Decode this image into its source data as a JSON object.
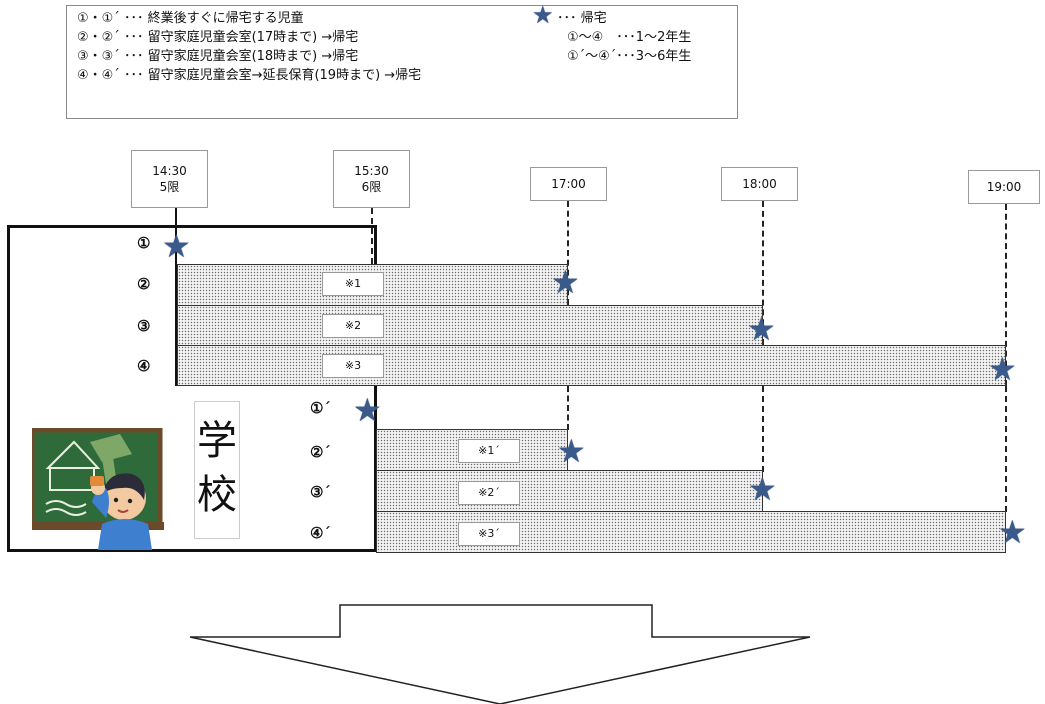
{
  "legend": {
    "line1": "①・①´ ･･･ 終業後すぐに帰宅する児童",
    "line2": "②・②´ ･･･ 留守家庭児童会室(17時まで) →帰宅",
    "line3": "③・③´ ･･･ 留守家庭児童会室(18時まで) →帰宅",
    "line4": "④・④´ ･･･ 留守家庭児童会室→延長保育(19時まで) →帰宅",
    "star_label": "･･･ 帰宅",
    "grade1": "①～④　･･･1～2年生",
    "grade2": "①´～④´･･･3～6年生"
  },
  "times": [
    {
      "time": "14:30",
      "period": "5限"
    },
    {
      "time": "15:30",
      "period": "6限"
    },
    {
      "time": "17:00",
      "period": ""
    },
    {
      "time": "18:00",
      "period": ""
    },
    {
      "time": "19:00",
      "period": ""
    }
  ],
  "rows_lower_grades": [
    "①",
    "②",
    "③",
    "④"
  ],
  "rows_upper_grades": [
    "①´",
    "②´",
    "③´",
    "④´"
  ],
  "notes": [
    "※1",
    "※2",
    "※3",
    "※1´",
    "※2´",
    "※3´"
  ],
  "school_label": "学校",
  "colors": {
    "star": "#3a5a8c",
    "bar_fill": "stippled gray",
    "chalkboard": "#2f6b3a"
  },
  "icons": [
    "star-icon",
    "teacher-chalkboard-illustration",
    "down-arrow"
  ]
}
